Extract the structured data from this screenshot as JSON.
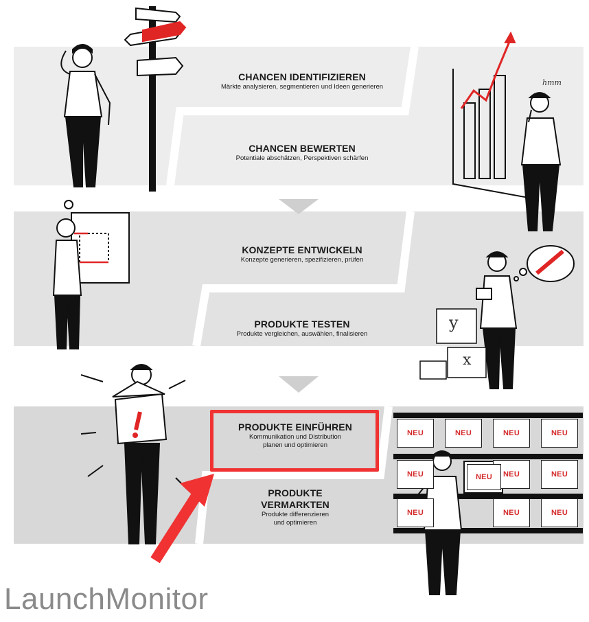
{
  "colors": {
    "band_light": "#ededed",
    "band_mid": "#e2e2e2",
    "band_dark": "#d8d8d8",
    "highlight": "#f03232",
    "brand_text": "#8a8a8a"
  },
  "stages": [
    {
      "title": "CHANCEN IDENTIFIZIEREN",
      "subtitle": "Märkte analysieren, segmentieren und Ideen generieren"
    },
    {
      "title": "CHANCEN BEWERTEN",
      "subtitle": "Potentiale abschätzen, Perspektiven schärfen"
    },
    {
      "title": "KONZEPTE ENTWICKELN",
      "subtitle": "Konzepte generieren, spezifizieren, prüfen"
    },
    {
      "title": "PRODUKTE TESTEN",
      "subtitle": "Produkte vergleichen, auswählen, finalisieren"
    },
    {
      "title": "PRODUKTE EINFÜHREN",
      "subtitle_line1": "Kommunikation und Distribution",
      "subtitle_line2": "planen und optimieren"
    },
    {
      "title_line1": "PRODUKTE",
      "title_line2": "VERMARKTEN",
      "subtitle_line1": "Produkte differenzieren",
      "subtitle_line2": "und optimieren"
    }
  ],
  "illustrations": {
    "thought_note": "hmm",
    "box_letter_y": "y",
    "box_letter_x": "x",
    "box_mark": "!",
    "shelf_label": "NEU"
  },
  "icons": [
    "signpost-icon",
    "rising-chart-icon",
    "whiteboard-icon",
    "thought-bubble-icon",
    "boxes-icon",
    "open-box-icon",
    "shelf-icon",
    "highlight-arrow-icon"
  ],
  "brand": "LaunchMonitor"
}
